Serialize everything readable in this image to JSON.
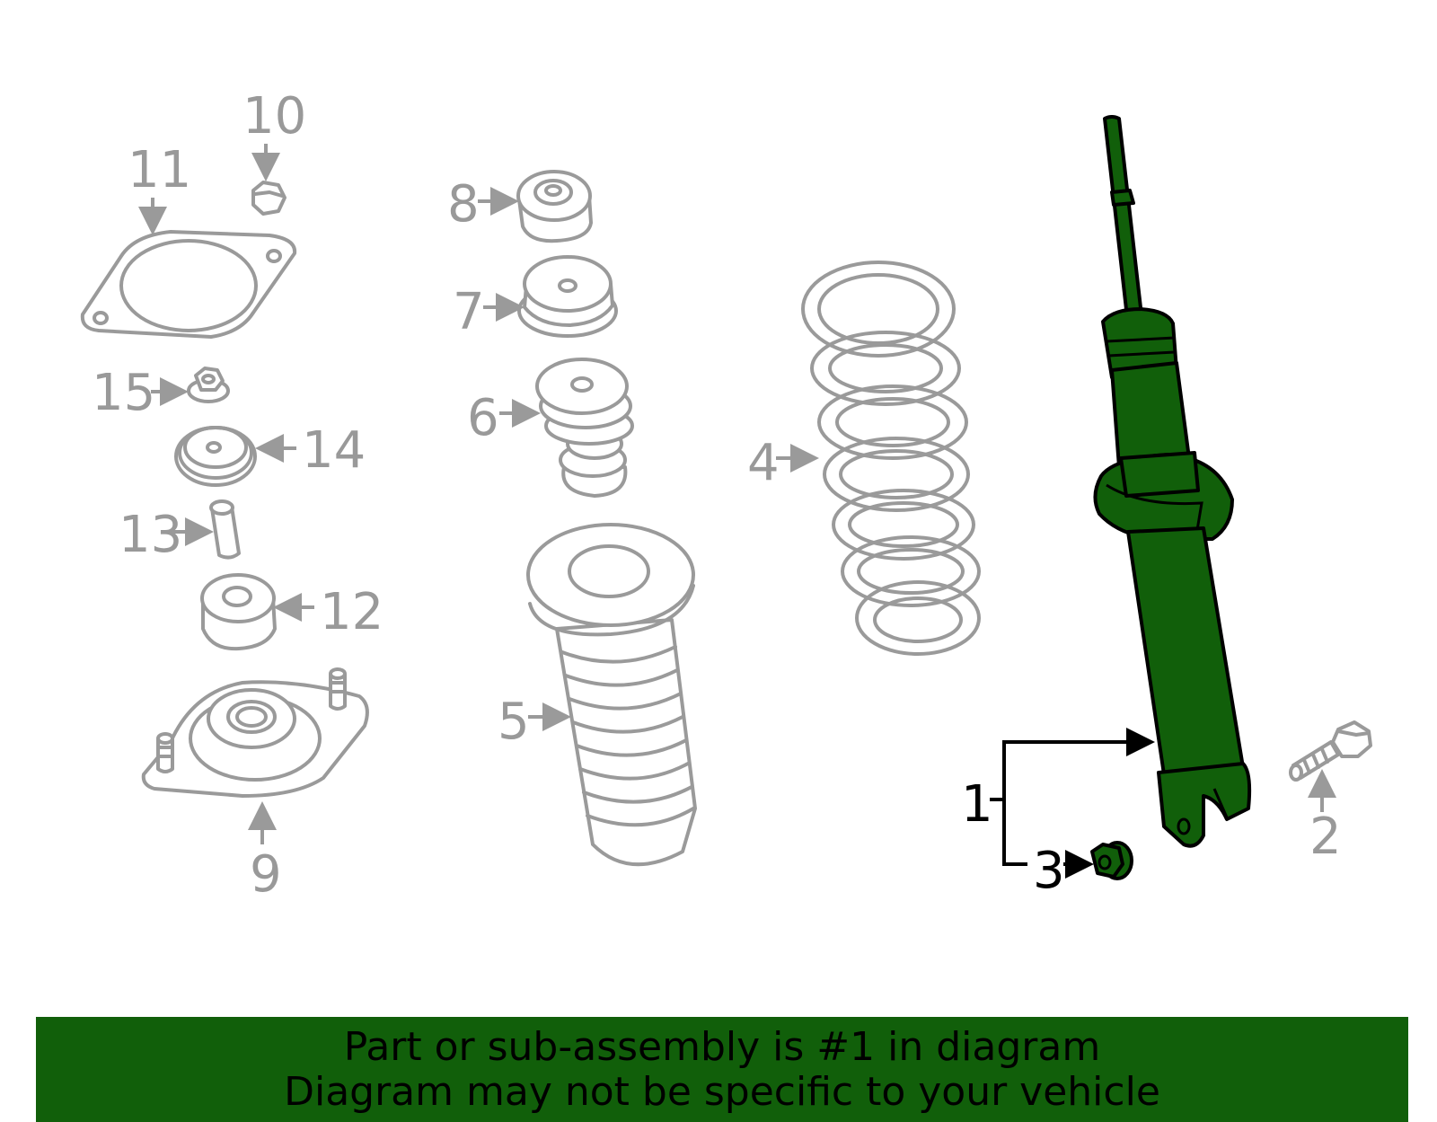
{
  "banner": {
    "line1": "Part or sub-assembly is #1 in diagram",
    "line2": "Diagram may not be specific to your vehicle",
    "background": "#115f0a"
  },
  "highlight_color": "#115f0a",
  "callouts": {
    "c1": "1",
    "c2": "2",
    "c3": "3",
    "c4": "4",
    "c5": "5",
    "c6": "6",
    "c7": "7",
    "c8": "8",
    "c9": "9",
    "c10": "10",
    "c11": "11",
    "c12": "12",
    "c13": "13",
    "c14": "14",
    "c15": "15"
  }
}
